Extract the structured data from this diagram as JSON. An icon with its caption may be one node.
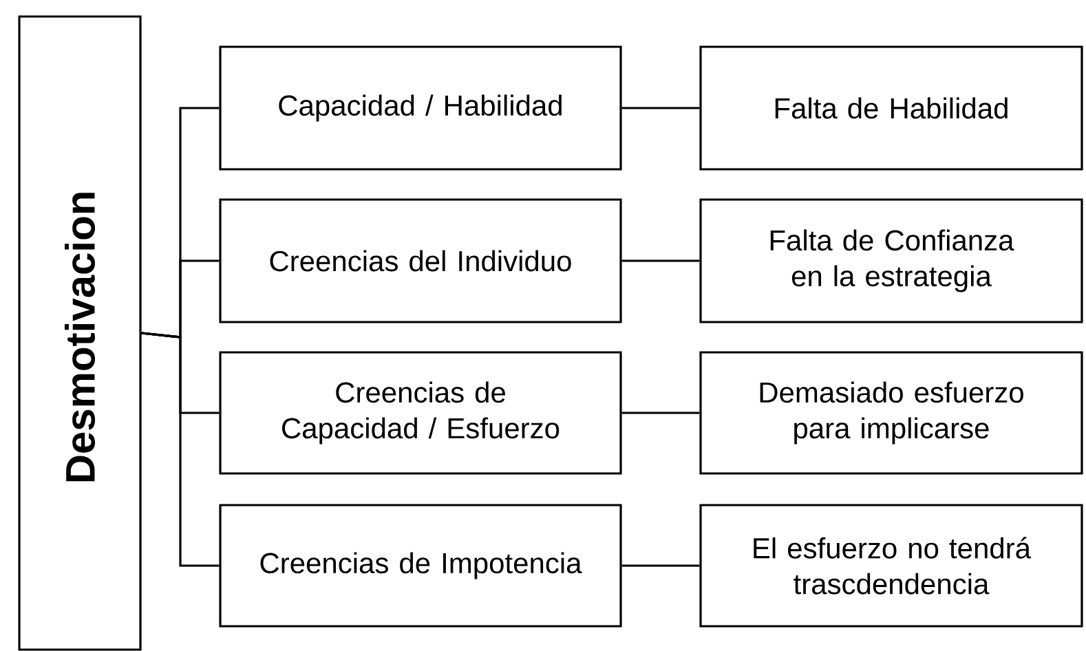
{
  "diagram": {
    "nodes": [
      {
        "text": [
          "Desmotivacion"
        ]
      },
      {
        "text": [
          "Capacidad / Habilidad"
        ]
      },
      {
        "text": [
          "Creencias del Individuo"
        ]
      },
      {
        "text": [
          "Creencias de Capacidad / Esfuerzo"
        ]
      },
      {
        "text": [
          "Creencias de Impotencia"
        ]
      },
      {
        "text": [
          "Falta de Habilidad"
        ]
      },
      {
        "text": [
          "Falta de Confianza en la estrategia"
        ]
      },
      {
        "text": [
          "Demasiado esfuerzo para implicarse"
        ]
      },
      {
        "text": [
          "El esfuerzo no tendrá trascdendencia"
        ]
      }
    ],
    "edges": [
      {
        "from": 0,
        "to": 1,
        "arrow": "none"
      },
      {
        "from": 0,
        "to": 2,
        "arrow": "none"
      },
      {
        "from": 0,
        "to": 3,
        "arrow": "none"
      },
      {
        "from": 0,
        "to": 4,
        "arrow": "none"
      },
      {
        "from": 1,
        "to": 5,
        "arrow": "none"
      },
      {
        "from": 2,
        "to": 6,
        "arrow": "none"
      },
      {
        "from": 3,
        "to": 7,
        "arrow": "none"
      },
      {
        "from": 4,
        "to": 8,
        "arrow": "none"
      }
    ]
  }
}
